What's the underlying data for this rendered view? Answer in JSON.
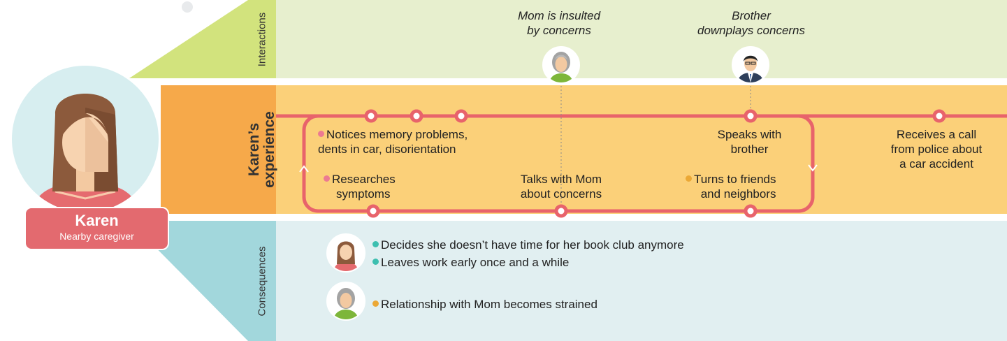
{
  "persona": {
    "name": "Karen",
    "role": "Nearby caregiver"
  },
  "lanes": {
    "interactions": "Interactions",
    "experience": "Karen's experience",
    "experience_line1": "Karen’s",
    "experience_line2": "experience",
    "consequences": "Consequences"
  },
  "interactions": [
    {
      "line1": "Mom is insulted",
      "line2": "by concerns",
      "avatar": "mom-avatar-icon"
    },
    {
      "line1": "Brother",
      "line2": "downplays concerns",
      "avatar": "brother-avatar-icon"
    }
  ],
  "experience": {
    "step1_line1": "Notices memory problems,",
    "step1_line2": "dents in car, disorientation",
    "step2_line1": "Researches",
    "step2_line2": "symptoms",
    "step3_line1": "Talks with Mom",
    "step3_line2": "about concerns",
    "step4_line1": "Speaks with",
    "step4_line2": "brother",
    "step5_line1": "Turns to friends",
    "step5_line2": "and neighbors",
    "step6_line1": "Receives a call",
    "step6_line2": "from police about",
    "step6_line3": "a car accident"
  },
  "consequences": {
    "karen_items": [
      "Decides she doesn’t have time for her book club anymore",
      "Leaves work early once and a while"
    ],
    "mom_items": [
      "Relationship with Mom becomes strained"
    ]
  },
  "colors": {
    "interactions_band": "#e7efce",
    "interactions_strip": "#d2e37d",
    "experience_band": "#fbd079",
    "experience_strip": "#f6a94a",
    "consequences_band": "#e1eff1",
    "consequences_strip": "#a2d7dc",
    "journey_line": "#e8636b",
    "name_tag": "#e36a6f"
  }
}
